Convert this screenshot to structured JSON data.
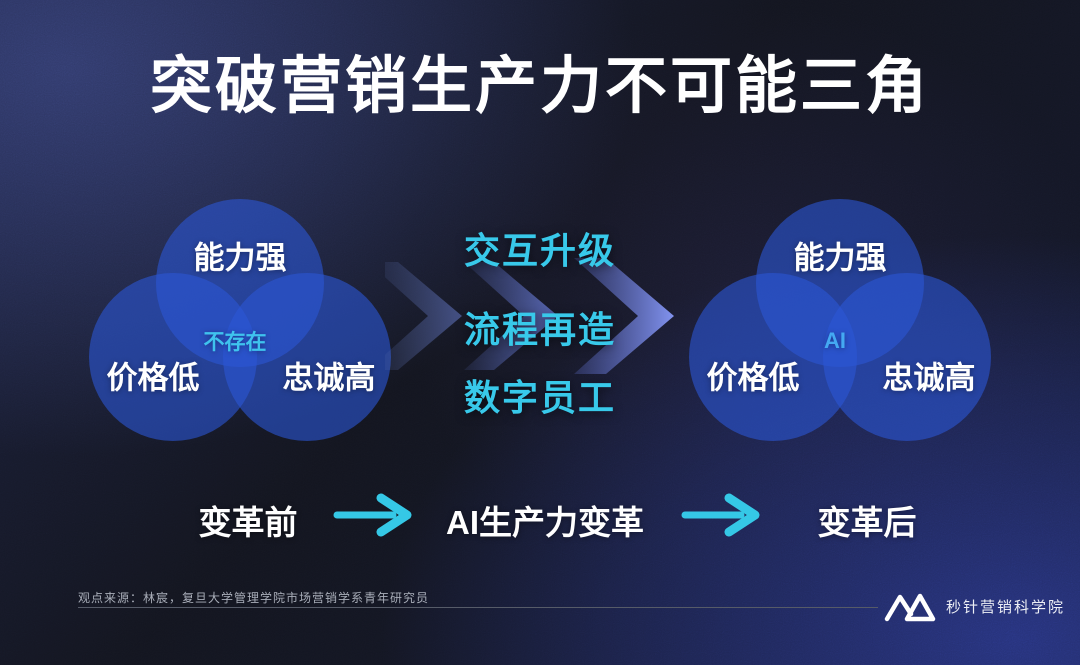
{
  "slide": {
    "title": "突破营销生产力不可能三角",
    "venn_before": {
      "top": "能力强",
      "left": "价格低",
      "right": "忠诚高",
      "center": "不存在"
    },
    "venn_after": {
      "top": "能力强",
      "left": "价格低",
      "right": "忠诚高",
      "center": "AI"
    },
    "transforms": [
      "交互升级",
      "流程再造",
      "数字员工"
    ],
    "flow": {
      "before": "变革前",
      "middle": "AI生产力变革",
      "after": "变革后"
    },
    "footer": {
      "source": "观点来源：林宸，复旦大学管理学院市场营销学系青年研究员",
      "brand": "秒针营销科学院"
    },
    "colors": {
      "accent_cyan": "#38c9ea",
      "venn_blue": "#2c56d6",
      "center_not_exist": "#3fc3ee",
      "center_ai": "#44a9f2",
      "background_navy": "#1c2240"
    },
    "icons": {
      "chevron_flow": "triple right chevrons",
      "arrow_right": "cyan right arrow",
      "brand_logo": "zigzag M mark"
    }
  }
}
